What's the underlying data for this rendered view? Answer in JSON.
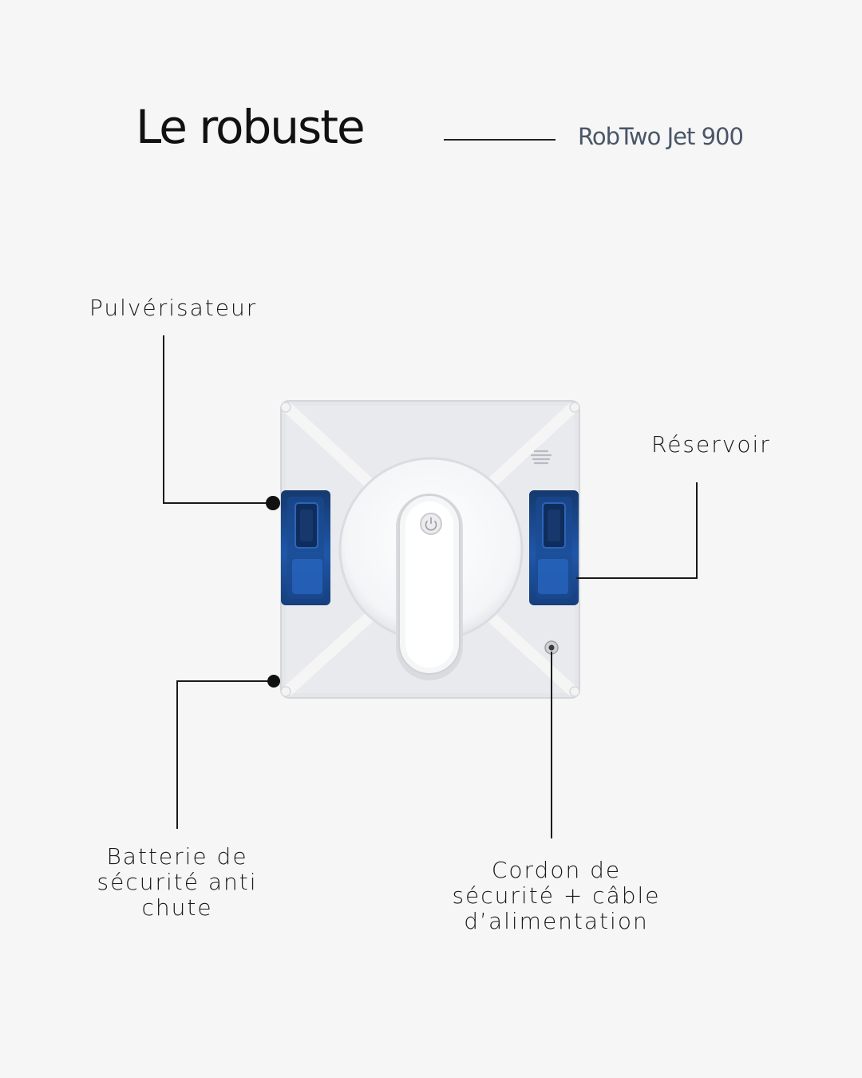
{
  "header": {
    "title": "Le robuste",
    "model": "RobTwo Jet 900"
  },
  "callouts": {
    "sprayer": "Pulvérisateur",
    "tank": "Réservoir",
    "battery": [
      "Batterie de",
      "sécurité anti",
      "chute"
    ],
    "cord": [
      "Cordon de",
      "sécurité + câble",
      "d’alimentation"
    ]
  },
  "colors": {
    "background": "#f6f6f6",
    "accent_blue": "#1f4f9a",
    "robot_body": "#e6e7ea"
  }
}
